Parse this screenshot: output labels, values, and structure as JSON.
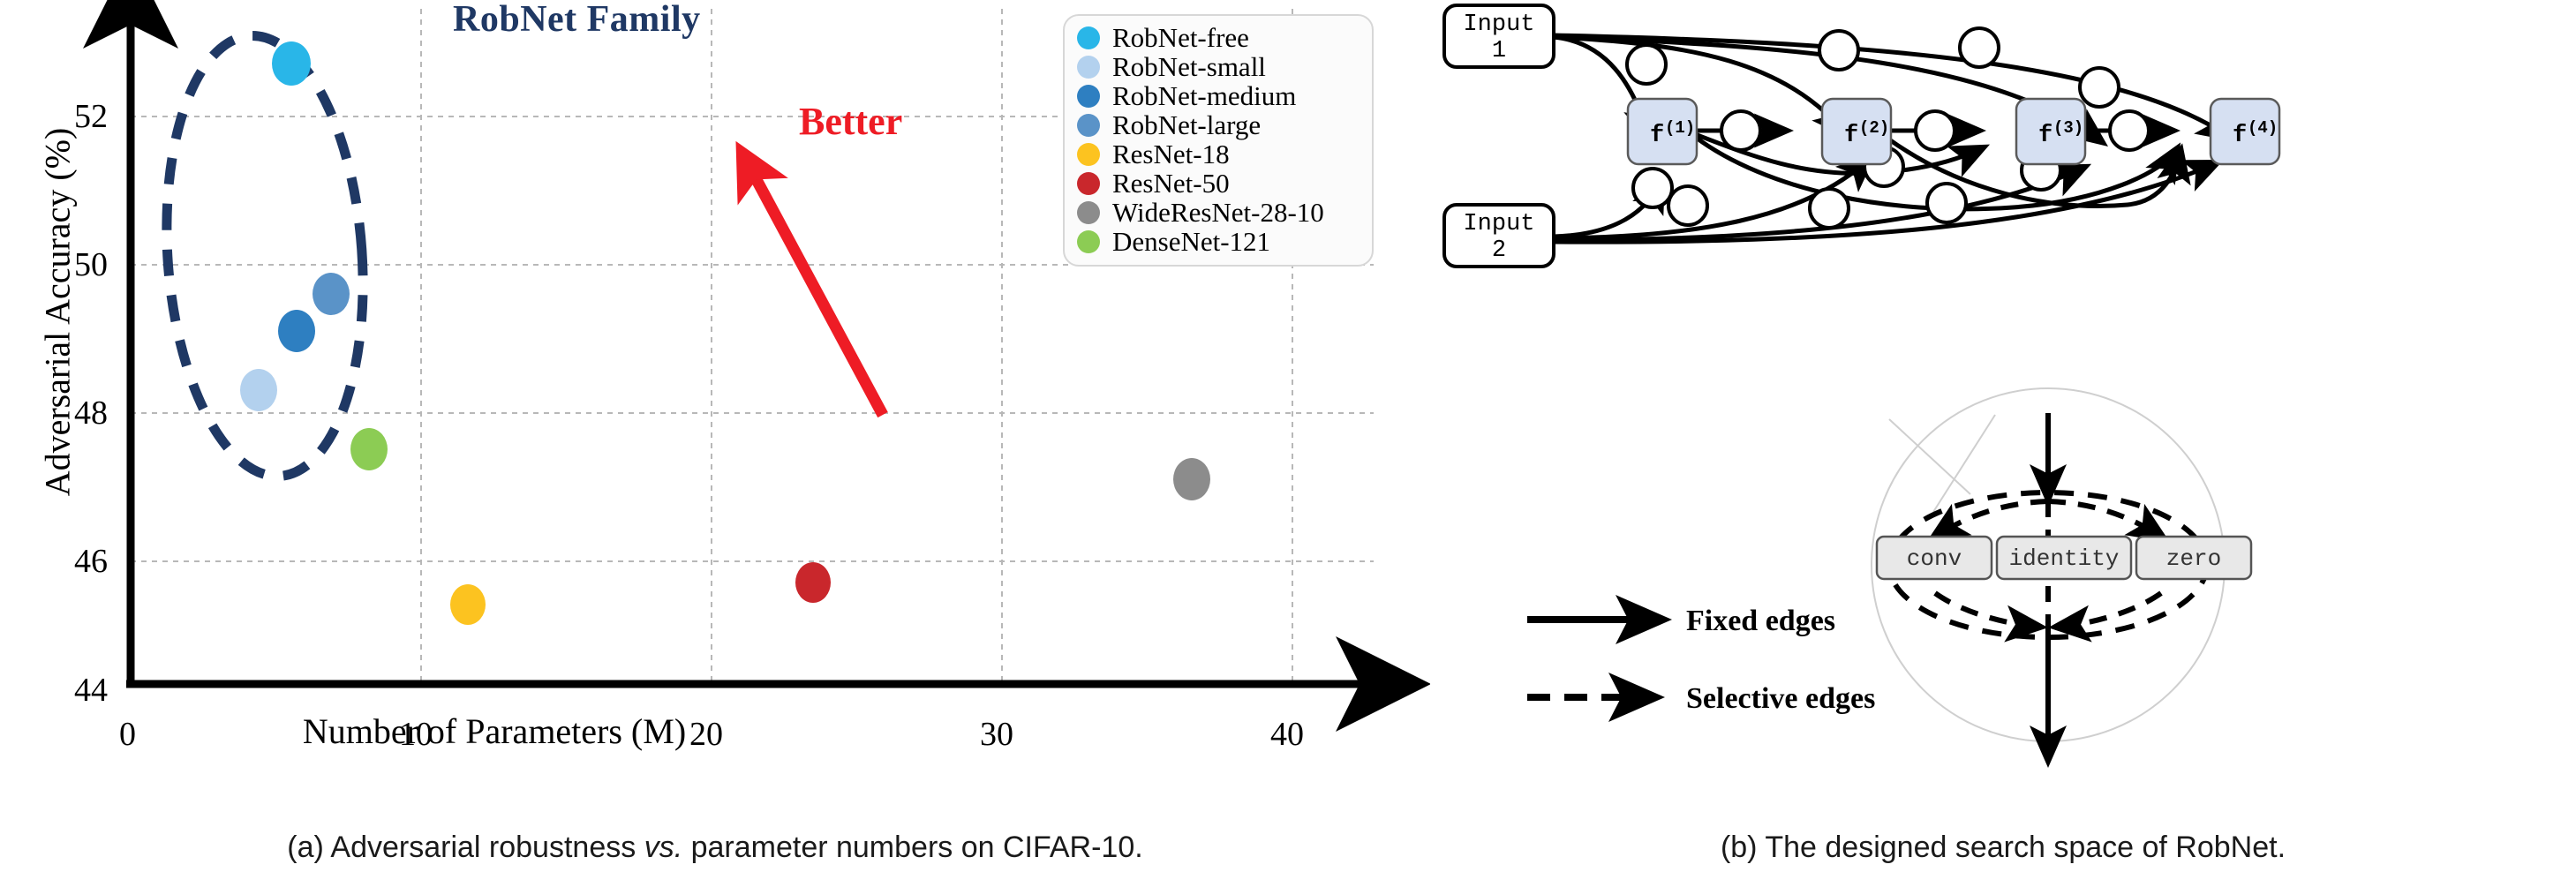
{
  "figure": {
    "caption_a_prefix": "(a) Adversarial robustness ",
    "caption_a_italic": "vs.",
    "caption_a_suffix": " parameter numbers on CIFAR-10.",
    "caption_b": "(b) The designed search space of RobNet."
  },
  "panel_a": {
    "annotation_title": "RobNet Family",
    "annotation_title_color": "#1f3864",
    "better_label": "Better",
    "better_color": "#ee1c25",
    "ellipse_color": "#1f3864",
    "legend": {
      "items": [
        {
          "label": "RobNet-free",
          "color": "#29b6e8"
        },
        {
          "label": "RobNet-small",
          "color": "#b3d1ee"
        },
        {
          "label": "RobNet-medium",
          "color": "#2e7fc1"
        },
        {
          "label": "RobNet-large",
          "color": "#5a93c8"
        },
        {
          "label": "ResNet-18",
          "color": "#fcc320"
        },
        {
          "label": "ResNet-50",
          "color": "#c9272c"
        },
        {
          "label": "WideResNet-28-10",
          "color": "#8c8c8c"
        },
        {
          "label": "DenseNet-121",
          "color": "#8ccc54"
        }
      ]
    }
  },
  "chart_data": {
    "type": "scatter",
    "title": "",
    "xlabel": "Number of Parameters (M)",
    "ylabel": "Adversarial Accuracy (%)",
    "xlim": [
      0,
      42
    ],
    "ylim": [
      44,
      53.5
    ],
    "xticks": [
      0,
      10,
      20,
      30,
      40
    ],
    "yticks": [
      44,
      46,
      48,
      50,
      52
    ],
    "grid": true,
    "legend_position": "top-right",
    "points": [
      {
        "name": "RobNet-free",
        "x": 5.5,
        "y": 52.8,
        "color": "#29b6e8",
        "r": 20
      },
      {
        "name": "RobNet-small",
        "x": 4.4,
        "y": 48.4,
        "color": "#b3d1ee",
        "r": 19
      },
      {
        "name": "RobNet-medium",
        "x": 5.7,
        "y": 49.2,
        "color": "#2e7fc1",
        "r": 19
      },
      {
        "name": "RobNet-large",
        "x": 6.9,
        "y": 49.7,
        "color": "#5a93c8",
        "r": 19
      },
      {
        "name": "ResNet-18",
        "x": 11.6,
        "y": 45.1,
        "color": "#fcc320",
        "r": 18
      },
      {
        "name": "ResNet-50",
        "x": 23.5,
        "y": 45.4,
        "color": "#c9272c",
        "r": 18
      },
      {
        "name": "WideResNet-28-10",
        "x": 36.5,
        "y": 46.8,
        "color": "#8c8c8c",
        "r": 19
      },
      {
        "name": "DenseNet-121",
        "x": 8.2,
        "y": 47.2,
        "color": "#8ccc54",
        "r": 19
      }
    ]
  },
  "panel_b": {
    "inputs": [
      {
        "line1": "Input",
        "line2": "1"
      },
      {
        "line1": "Input",
        "line2": "2"
      }
    ],
    "cells": [
      {
        "base": "f",
        "sup": "(1)"
      },
      {
        "base": "f",
        "sup": "(2)"
      },
      {
        "base": "f",
        "sup": "(3)"
      },
      {
        "base": "f",
        "sup": "(4)"
      }
    ],
    "cell_fill": "#d6e0f2",
    "edge_legend": [
      {
        "label": "Fixed edges",
        "style": "solid"
      },
      {
        "label": "Selective edges",
        "style": "dashed"
      }
    ],
    "operations": [
      "conv",
      "identity",
      "zero"
    ]
  }
}
